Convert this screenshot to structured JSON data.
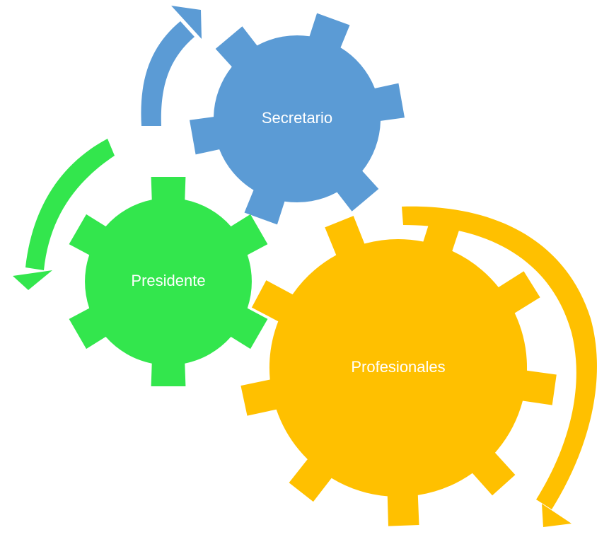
{
  "diagram": {
    "gears": [
      {
        "id": "secretario",
        "label": "Secretario",
        "color": "#5b9bd5"
      },
      {
        "id": "presidente",
        "label": "Presidente",
        "color": "#33e64d"
      },
      {
        "id": "profesionales",
        "label": "Profesionales",
        "color": "#ffc000"
      }
    ],
    "arrows": [
      {
        "id": "secretario-arrow",
        "color": "#5b9bd5",
        "direction": "counter-clockwise"
      },
      {
        "id": "presidente-arrow",
        "color": "#33e64d",
        "direction": "counter-clockwise"
      },
      {
        "id": "profesionales-arrow",
        "color": "#ffc000",
        "direction": "clockwise"
      }
    ]
  }
}
